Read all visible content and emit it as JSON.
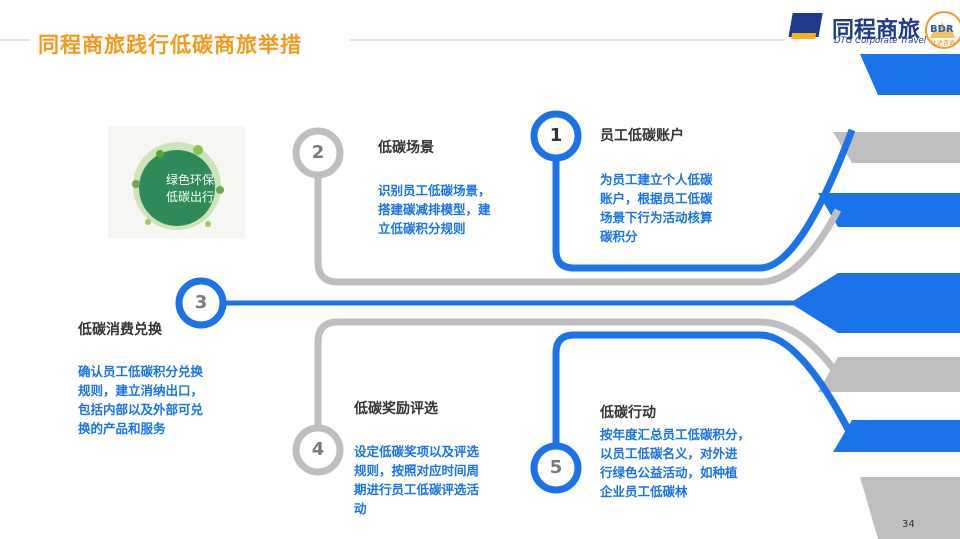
{
  "header": {
    "title": "同程商旅践行低碳商旅举措",
    "logo_text": "同程商旅",
    "logo_sub": "DTG Corporate Travel",
    "bdr_text": "BDR",
    "bdr_sub": "比达咨询"
  },
  "photo": {
    "label_lines": [
      "绿色环保",
      "低碳出行"
    ]
  },
  "steps": [
    {
      "num": "1",
      "title": "员工低碳账户",
      "lines": [
        "为员工建立个人低碳",
        "账户，根据员工低碳",
        "场景下行为活动核算",
        "碳积分"
      ]
    },
    {
      "num": "2",
      "title": "低碳场景",
      "lines": [
        "识别员工低碳场景，",
        "搭建碳减排模型，建",
        "立低碳积分规则"
      ]
    },
    {
      "num": "3",
      "title": "低碳消费兑换",
      "lines": [
        "确认员工低碳积分兑换",
        "规则，建立消纳出口，",
        "包括内部以及外部可兑",
        "换的产品和服务"
      ]
    },
    {
      "num": "4",
      "title": "低碳奖励评选",
      "lines": [
        "设定低碳奖项以及评选",
        "规则，按照对应时间周",
        "期进行员工低碳评选活",
        "动"
      ]
    },
    {
      "num": "5",
      "title": "低碳行动",
      "lines": [
        "按年度汇总员工低碳积分，",
        "以员工低碳名义，对外进",
        "行绿色公益活动，如种植",
        "企业员工低碳林"
      ]
    }
  ],
  "footer": {
    "page": "34"
  },
  "colors": {
    "blue": "#1a73e8",
    "gray": "#bfbfbf",
    "orange": "#f39a1e",
    "navy": "#1e3a8a"
  }
}
